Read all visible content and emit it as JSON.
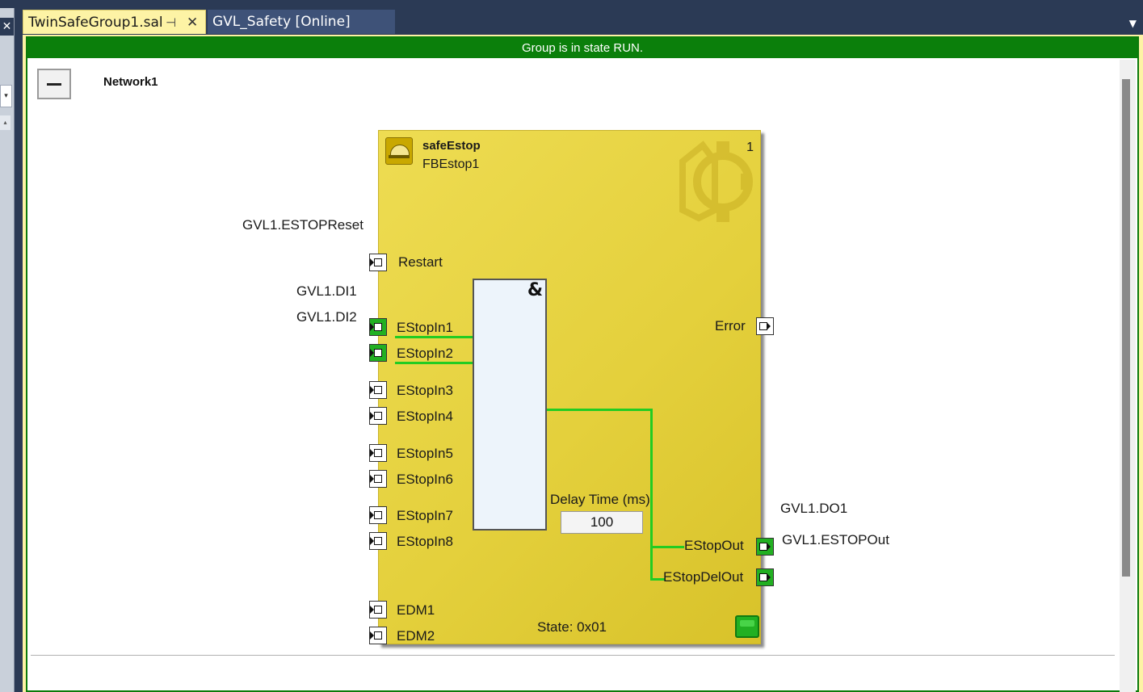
{
  "tabs": [
    {
      "label": "TwinSafeGroup1.sal",
      "active": true
    },
    {
      "label": "GVL_Safety [Online]",
      "active": false
    }
  ],
  "tab_icons": {
    "pin": "pin-icon",
    "close": "close-icon"
  },
  "status": {
    "text": "Group is in state RUN.",
    "color": "#0b7f0b"
  },
  "network": {
    "name": "Network1"
  },
  "fb": {
    "type": "safeEstop",
    "instance": "FBEstop1",
    "number": "1",
    "color": "#e4d03c",
    "inputs": [
      {
        "pin": "Restart",
        "var": "GVL1.ESTOPReset",
        "active": false
      },
      {
        "pin": "EStopIn1",
        "var": "GVL1.DI1",
        "active": true
      },
      {
        "pin": "EStopIn2",
        "var": "GVL1.DI2",
        "active": true
      },
      {
        "pin": "EStopIn3",
        "var": "",
        "active": false
      },
      {
        "pin": "EStopIn4",
        "var": "",
        "active": false
      },
      {
        "pin": "EStopIn5",
        "var": "",
        "active": false
      },
      {
        "pin": "EStopIn6",
        "var": "",
        "active": false
      },
      {
        "pin": "EStopIn7",
        "var": "",
        "active": false
      },
      {
        "pin": "EStopIn8",
        "var": "",
        "active": false
      },
      {
        "pin": "EDM1",
        "var": "",
        "active": false
      },
      {
        "pin": "EDM2",
        "var": "",
        "active": false
      }
    ],
    "outputs": [
      {
        "pin": "Error",
        "var": "",
        "active": false
      },
      {
        "pin": "EStopOut",
        "var": "GVL1.DO1",
        "active": true
      },
      {
        "pin": "EStopDelOut",
        "var": "GVL1.ESTOPOut",
        "active": true
      }
    ],
    "and_symbol": "&",
    "delay_label": "Delay Time (ms)",
    "delay_value": "100",
    "state": "State: 0x01"
  }
}
